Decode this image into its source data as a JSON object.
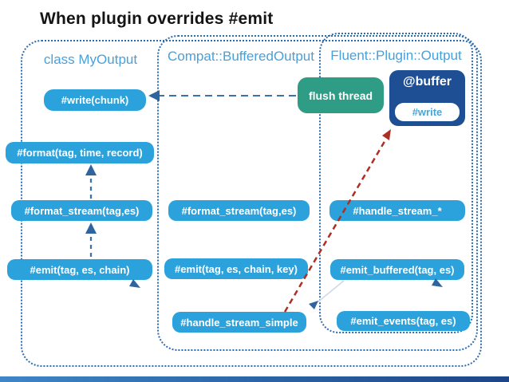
{
  "title": "When plugin overrides #emit",
  "containers": {
    "myoutput": {
      "label": "class MyOutput"
    },
    "compat": {
      "label": "Compat::BufferedOutput"
    },
    "fluent": {
      "label": "Fluent::Plugin::Output"
    }
  },
  "boxes": {
    "write_chunk": {
      "label": "#write(chunk)"
    },
    "format": {
      "label": "#format(tag, time, record)"
    },
    "format_stream_left": {
      "label": "#format_stream(tag,es)"
    },
    "emit_left": {
      "label": "#emit(tag, es, chain)"
    },
    "format_stream_compat": {
      "label": "#format_stream(tag,es)"
    },
    "emit_compat": {
      "label": "#emit(tag, es, chain, key)"
    },
    "handle_stream_simple": {
      "label": "#handle_stream_simple"
    },
    "flush_thread": {
      "label": "flush thread"
    },
    "buffer": {
      "label": "@buffer"
    },
    "buffer_write": {
      "label": "#write"
    },
    "handle_stream_star": {
      "label": "#handle_stream_*"
    },
    "emit_buffered": {
      "label": "#emit_buffered(tag, es)"
    },
    "emit_events": {
      "label": "#emit_events(tag, es)"
    }
  },
  "arrows": [
    {
      "from": "flush_thread",
      "to": "write_chunk",
      "style": "blue-dashed"
    },
    {
      "from": "format_stream_left",
      "to": "format",
      "style": "blue-dashed"
    },
    {
      "from": "emit_left",
      "to": "format_stream_left",
      "style": "blue-dashed"
    },
    {
      "from": "emit_buffered",
      "to": "handle_stream_simple",
      "style": "faint-line-blue-arrowhead"
    },
    {
      "from": "handle_stream_simple",
      "to": "buffer_write",
      "style": "red-dashed"
    },
    {
      "near": "emit_left",
      "style": "lone-blue-arrowhead-down-right"
    },
    {
      "near": "emit_buffered",
      "style": "lone-blue-arrowhead-down-right"
    }
  ],
  "colors": {
    "method_box": "#2ba2dc",
    "buffer_box": "#1e4f95",
    "flush_thread_box": "#2f9c85",
    "container_border": "#2e6cac",
    "container_label": "#4aa0d8",
    "arrow_blue": "#3a72ab",
    "arrow_head_blue": "#2e659e",
    "arrow_red": "#ad2f23",
    "faint_line": "#ccdae8",
    "footer_left": "#3e86c6",
    "footer_right": "#1c4587",
    "title_text": "#141414"
  }
}
